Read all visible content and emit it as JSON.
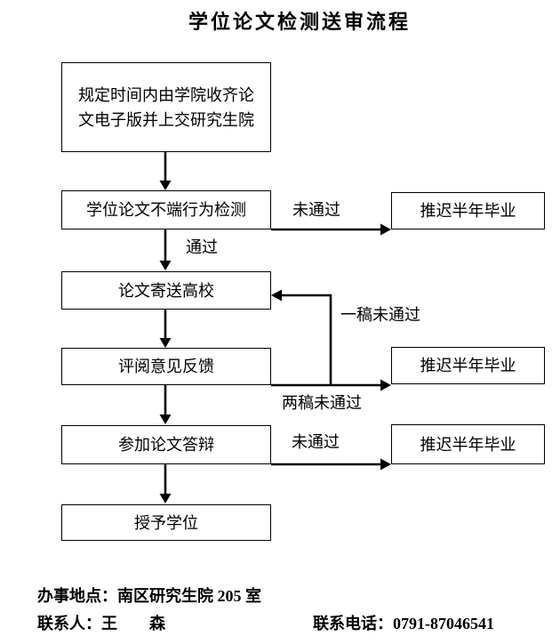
{
  "title": "学位论文检测送审流程",
  "colors": {
    "background": "#ffffff",
    "line": "#000000",
    "box_border": "#000000",
    "text": "#000000"
  },
  "flowchart": {
    "nodes": {
      "collect": "规定时间内由学院收齐论文电子版并上交研究生院",
      "detect": "学位论文不端行为检测",
      "send": "论文寄送高校",
      "review": "评阅意见反馈",
      "defense": "参加论文答辩",
      "confer": "授予学位",
      "postpone_1": "推迟半年毕业",
      "postpone_2": "推迟半年毕业",
      "postpone_3": "推迟半年毕业"
    },
    "edge_labels": {
      "detect_fail": "未通过",
      "detect_pass": "通过",
      "first_draft_fail": "一稿未通过",
      "two_draft_fail": "两稿未通过",
      "defense_fail": "未通过"
    }
  },
  "footer": {
    "location": "办事地点：南区研究生院 205 室",
    "contact": "联系人：王　　森",
    "phone": "联系电话：0791-87046541"
  }
}
